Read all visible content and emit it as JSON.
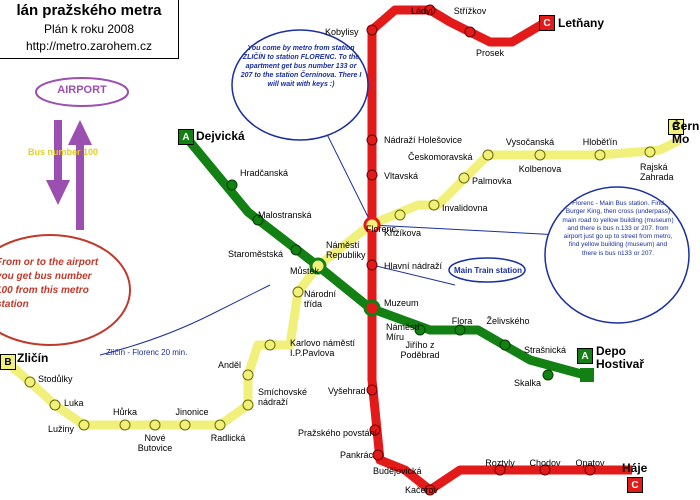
{
  "header": {
    "title": "lán pražského metra",
    "subtitle": "Plán k roku 2008",
    "url": "http://metro.zarohem.cz"
  },
  "colors": {
    "line_a": "#128012",
    "line_b": "#f0f07a",
    "line_c": "#e31a1a",
    "callout_text": "#1a2fa0",
    "airport": "#9b4fb0",
    "red_callout": "#c0392b"
  },
  "airport": {
    "label": "AIRPORT",
    "bus": "Bus number 100"
  },
  "notes": {
    "directions": "You come by metro from station ZLIČÍN to station FLORENC. To the apartment get bus number 133 or 207 to the station Černínova. There I will wait with keys :)",
    "florenc": "Florenc - Main Bus station. Find Burger King, then cross (underpass) main road to yellow building (museum) and there is bus n.133 or 207. from airport just go up to street from metro, find yellow building (museum) and there is bus n133 or 207.",
    "train": "Main Train station",
    "red": "From or to the airport you get bus number 100 from this metro station",
    "route": "Zličín - Florenc 20 min."
  },
  "terminals": {
    "letnany": "Letňany",
    "cerny_most": "Čern Mo",
    "dejvicka": "Dejvická",
    "zlicin": "Zličín",
    "depo": "Depo Hostivař",
    "haje": "Háje"
  },
  "badges": {
    "a": "A",
    "b": "B",
    "c": "C"
  },
  "stations": {
    "ladvi": "Ládví",
    "strizkov": "Střížkov",
    "kobylisy": "Kobylisy",
    "prosek": "Prosek",
    "nadrazi_holesovice": "Nádraží Holešovice",
    "vltavska": "Vltavská",
    "ceskomoravska": "Českomoravská",
    "vysocanska": "Vysočanská",
    "hloubetin": "Hloběťín",
    "kolbenova": "Kolbenova",
    "rajska": "Rajská Zahrada",
    "palmovka": "Palmovka",
    "invalidovna": "Invalidovna",
    "krizikova": "Křižíkova",
    "florenc": "Florenc",
    "hradcanska": "Hradčanská",
    "malostranska": "Malostranská",
    "staromestska": "Staroměstská",
    "namesti_republiky": "Náměstí Republiky",
    "mustek": "Můstek",
    "hlavni_nadrazi": "Hlavní nádraží",
    "muzeum": "Muzeum",
    "narodni": "Národní třída",
    "karlovo": "Karlovo náměstí",
    "pavlova": "I.P.Pavlova",
    "namesti_miru": "Náměstí Míru",
    "jiriho": "Jiřího z Poděbrad",
    "flora": "Flora",
    "zelivskeho": "Želivského",
    "strasnicka": "Strašnická",
    "skalka": "Skalka",
    "andel": "Anděl",
    "smichovske": "Smíchovské nádraží",
    "vysehrad": "Vyšehrad",
    "prazskeho": "Pražského povstání",
    "pankrac": "Pankrác",
    "budejovicka": "Budějovická",
    "kacerov": "Kačerov",
    "roztyly": "Roztyly",
    "chodov": "Chodov",
    "opatov": "Opatov",
    "stodulky": "Stodůlky",
    "luka": "Luka",
    "luziny": "Lužiny",
    "hurka": "Hůrka",
    "nove_butovice": "Nové Butovice",
    "jinonice": "Jinonice",
    "radlicka": "Radlická"
  }
}
